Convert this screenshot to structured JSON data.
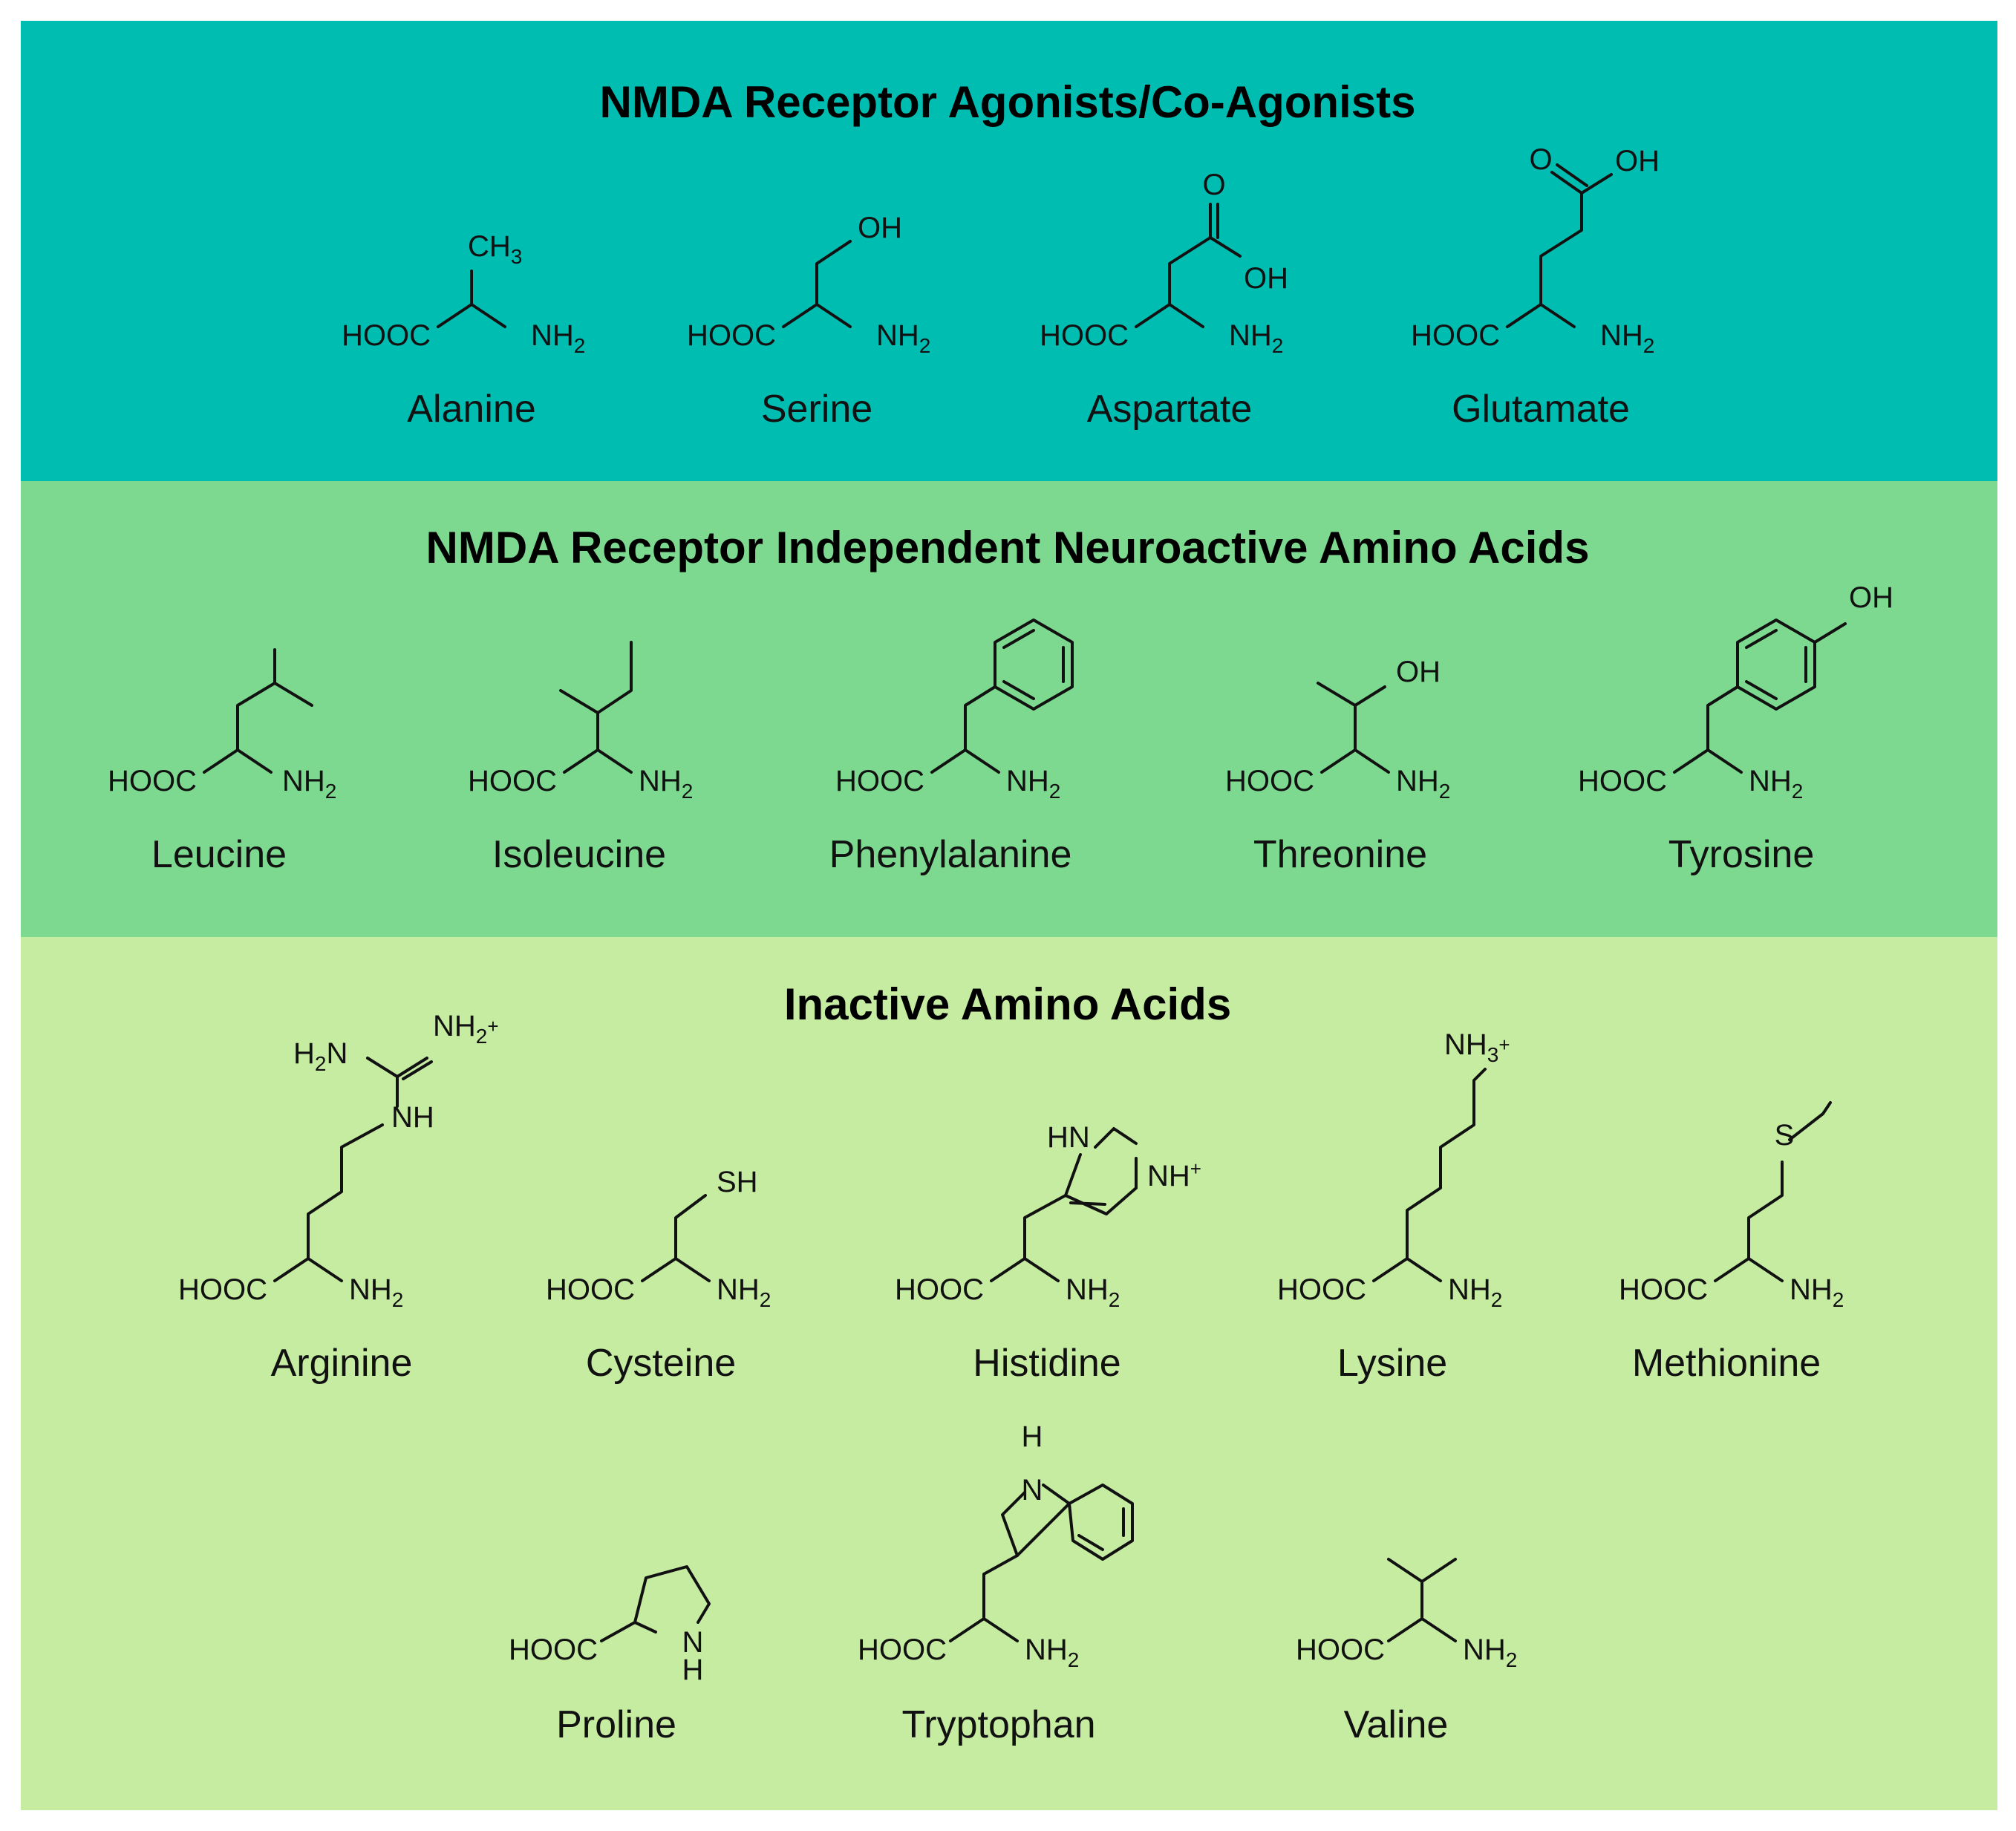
{
  "colors": {
    "panel_agonists": "#00bdb2",
    "panel_independent": "#7dd98f",
    "panel_inactive": "#c6eca2",
    "ink": "#111111"
  },
  "sections": [
    {
      "title": "NMDA Receptor Agonists/Co-Agonists",
      "compounds": [
        "Alanine",
        "Serine",
        "Aspartate",
        "Glutamate"
      ]
    },
    {
      "title": "NMDA Receptor Independent Neuroactive Amino Acids",
      "compounds": [
        "Leucine",
        "Isoleucine",
        "Phenylalanine",
        "Threonine",
        "Tyrosine"
      ]
    },
    {
      "title": "Inactive Amino Acids",
      "compounds": [
        "Arginine",
        "Cysteine",
        "Histidine",
        "Lysine",
        "Methionine",
        "Proline",
        "Tryptophan",
        "Valine"
      ]
    }
  ],
  "labels": {
    "acid": "HOOC",
    "amine": "NH",
    "sub2": "2",
    "sub3": "3",
    "oh": "OH",
    "o": "O",
    "ch3": "CH",
    "sh": "SH",
    "s": "S",
    "nh": "NH",
    "hn": "HN",
    "h": "H",
    "n": "N",
    "h2n": "H",
    "plus": "+"
  }
}
